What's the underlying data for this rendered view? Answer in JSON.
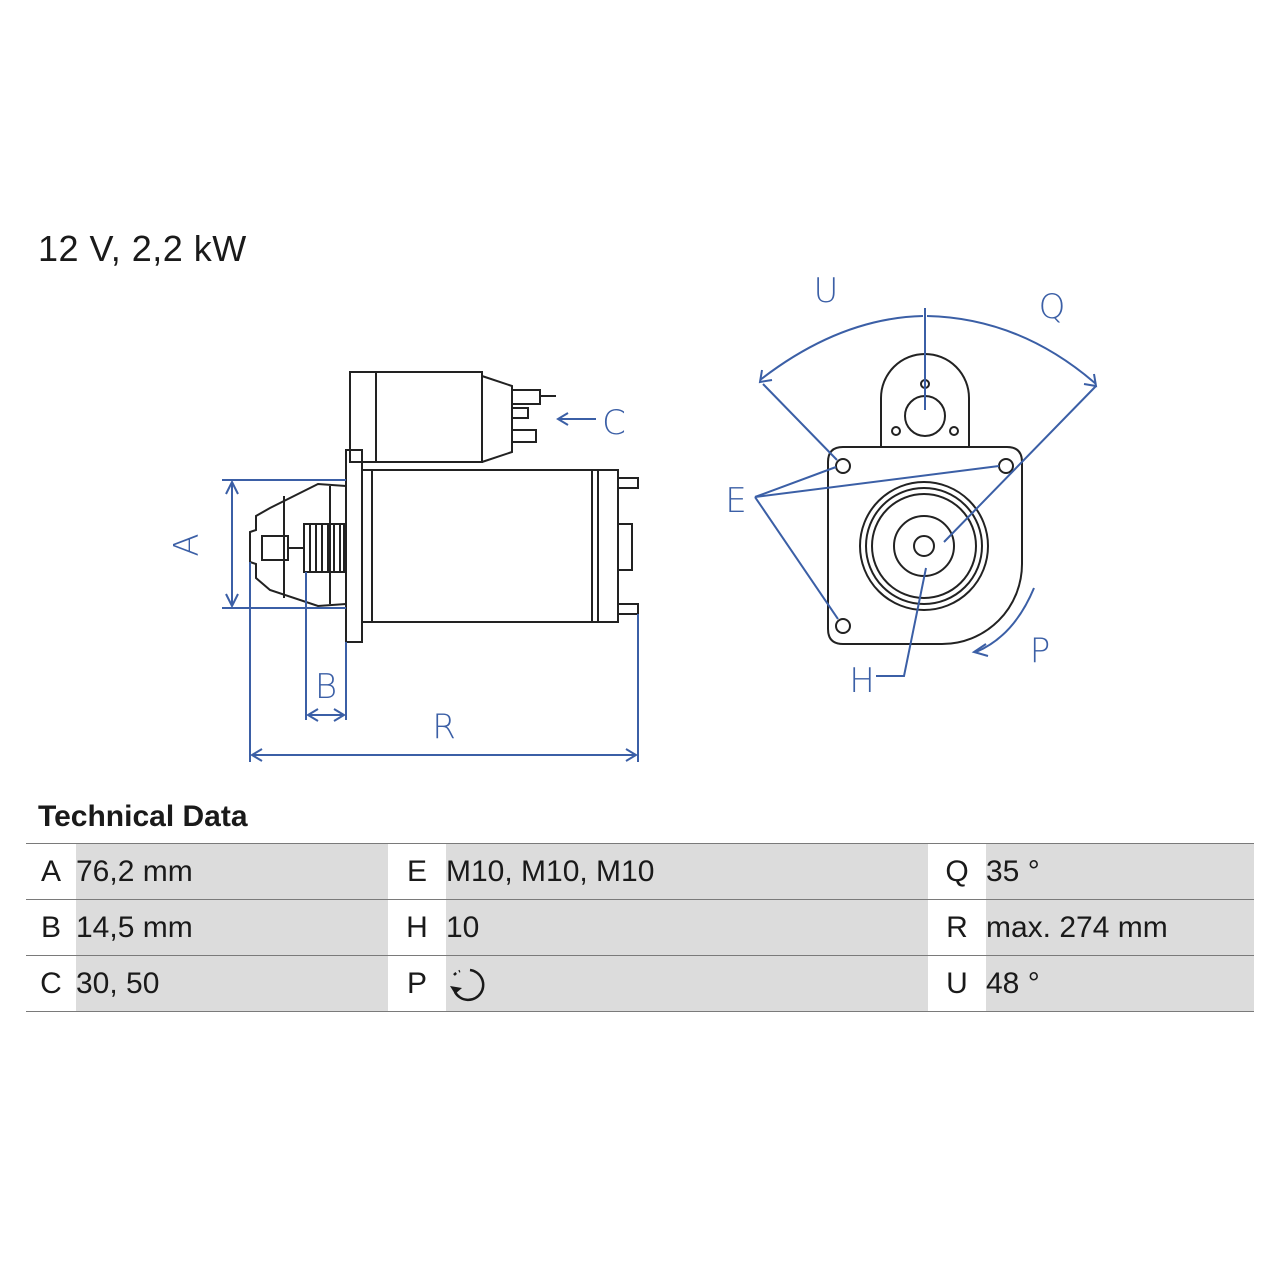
{
  "headline": "12 V, 2,2 kW",
  "diagram": {
    "labels": {
      "A": "A",
      "B": "B",
      "C": "C",
      "R": "R",
      "U": "U",
      "Q": "Q",
      "E": "E",
      "H": "H",
      "P": "P"
    },
    "colors": {
      "line": "#222222",
      "dimension": "#3b5fa6"
    }
  },
  "technical_data": {
    "title": "Technical Data",
    "rows": [
      [
        {
          "key": "A",
          "value": "76,2 mm"
        },
        {
          "key": "E",
          "value": "M10, M10, M10"
        },
        {
          "key": "Q",
          "value": "35 °"
        }
      ],
      [
        {
          "key": "B",
          "value": "14,5 mm"
        },
        {
          "key": "H",
          "value": "10"
        },
        {
          "key": "R",
          "value": "max. 274 mm"
        }
      ],
      [
        {
          "key": "C",
          "value": "30, 50"
        },
        {
          "key": "P",
          "value": "",
          "icon": "rotation-direction-icon"
        },
        {
          "key": "U",
          "value": "48 °"
        }
      ]
    ]
  }
}
